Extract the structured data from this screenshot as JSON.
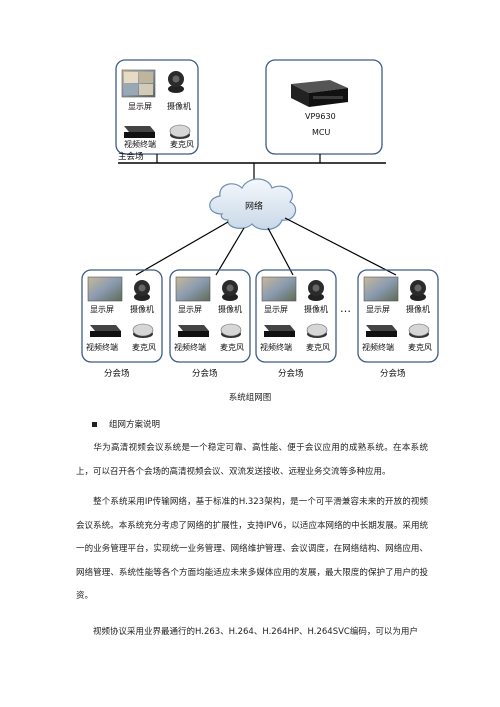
{
  "diagram": {
    "main_site": {
      "label": "主会场",
      "devices": [
        "显示屏",
        "摄像机",
        "视频终端",
        "麦克风"
      ]
    },
    "mcu": {
      "model": "VP9630",
      "label": "MCU"
    },
    "network_label": "网络",
    "branch_sites": [
      {
        "label": "分会场",
        "devices": [
          "显示屏",
          "摄像机",
          "视频终端",
          "麦克风"
        ]
      },
      {
        "label": "分会场",
        "devices": [
          "显示屏",
          "摄像机",
          "视频终端",
          "麦克风"
        ]
      },
      {
        "label": "分会场",
        "devices": [
          "显示屏",
          "摄像机",
          "视频终端",
          "麦克风"
        ]
      },
      {
        "label": "分会场",
        "devices": [
          "显示屏",
          "摄像机",
          "视频终端",
          "麦克风"
        ]
      }
    ],
    "ellipsis": "…",
    "caption": "系统组网图"
  },
  "section": {
    "bullet_title": "组网方案说明"
  },
  "paragraphs": [
    "华为高清视频会议系统是一个稳定可靠、高性能、便于会议应用的成熟系统。在本系统上，可以召开各个会场的高清视频会议、双流发送接收、远程业务交流等多种应用。",
    "整个系统采用IP传输网络，基于标准的H.323架构，是一个可平滑兼容未来的开放的视频会议系统。本系统充分考虑了网络的扩展性，支持IPV6，以适应本网络的中长期发展。采用统一的业务管理平台，实现统一业务管理、网络维护管理、会议调度，在网络结构、网络应用、网络管理、系统性能等各个方面均能适应未来多媒体应用的发展，最大限度的保护了用户的投资。",
    "视频协议采用业界最通行的H.263、H.264、H.264HP、H.264SVC编码，可以为用户"
  ]
}
